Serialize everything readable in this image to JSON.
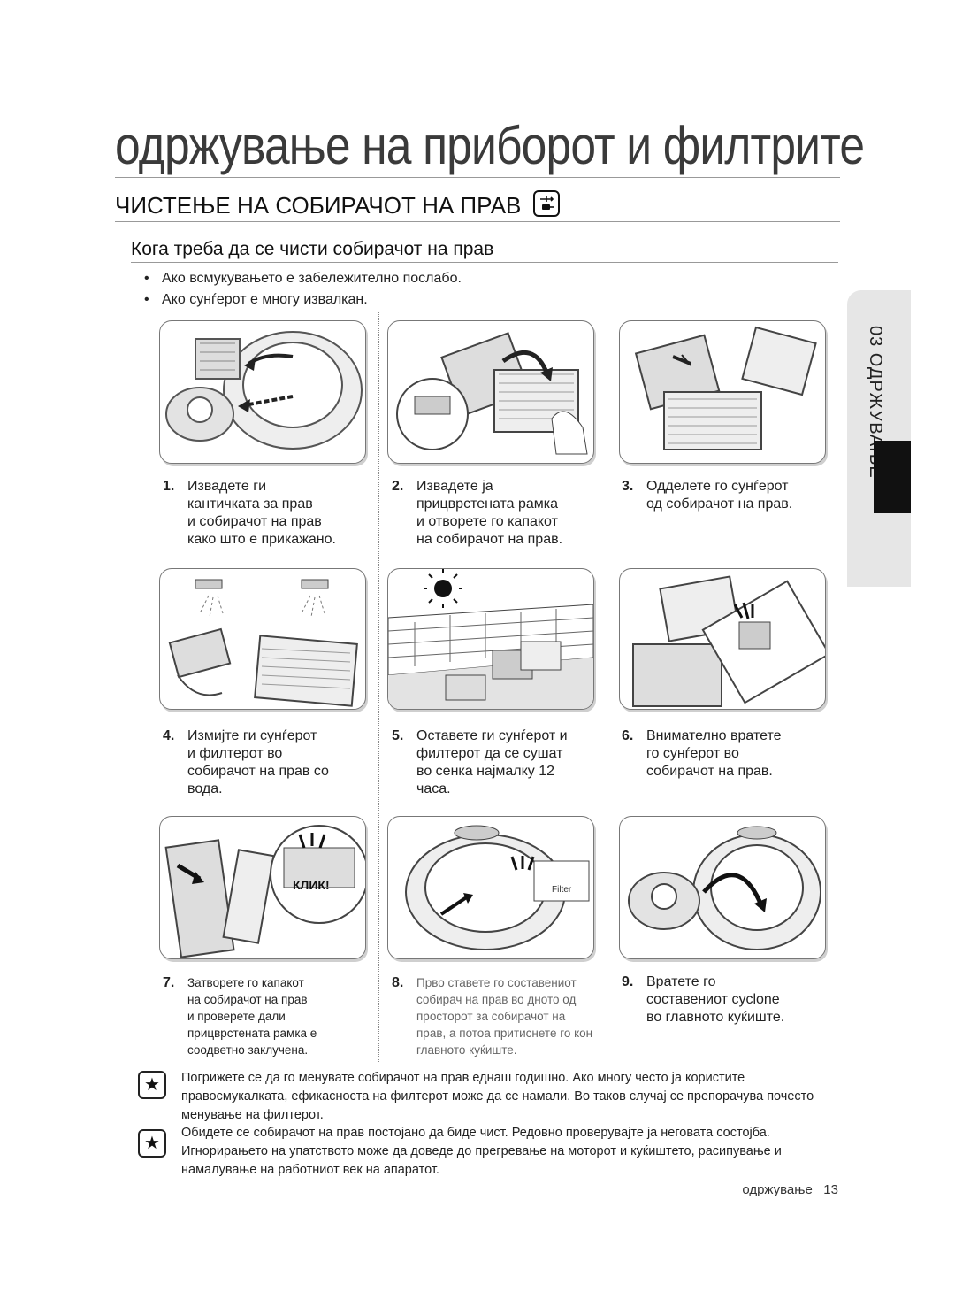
{
  "page": {
    "title": "одржување на приборот и филтрите",
    "section_title": "ЧИСТЕЊЕ НА СОБИРАЧОТ НА ПРАВ",
    "subsection_title": "Кога треба да се чисти собирачот на прав",
    "bullets": [
      "Ако всмукувањето е забележително послабо.",
      "Ако сунѓерот е многу извалкан."
    ]
  },
  "sidebar": {
    "tab_label": "03 ОДРЖУВАЊЕ"
  },
  "steps": [
    {
      "num": "1.",
      "lines": [
        "Извадете ги",
        "кантичката за прав",
        "и собирачот на прав",
        "како што е прикажано."
      ]
    },
    {
      "num": "2.",
      "lines": [
        "Извадете ја",
        "прицврстената рамка",
        "и отворете го капакот",
        "на собирачот на прав."
      ]
    },
    {
      "num": "3.",
      "lines": [
        "Одделете го сунѓерот",
        "од собирачот на прав."
      ]
    },
    {
      "num": "4.",
      "lines": [
        "Измијте ги сунѓерот",
        "и филтерот во",
        "собирачот на прав со",
        "вода."
      ]
    },
    {
      "num": "5.",
      "lines": [
        "Оставете ги сунѓерот и",
        "филтерот да се сушат",
        "во сенка најмалку 12",
        "часа."
      ]
    },
    {
      "num": "6.",
      "lines": [
        "Внимателно вратете",
        "го сунѓерот во",
        "собирачот на прав."
      ]
    },
    {
      "num": "7.",
      "lines": [
        "Затворете го капакот",
        "на собирачот на прав",
        "и проверете дали",
        "прицврстената рамка е",
        "соодветно заклучена."
      ]
    },
    {
      "num": "8.",
      "lines": [
        "Прво ставете го составениот",
        "собирач на прав во дното од",
        "просторот за собирачот на",
        "прав, а потоа притиснете го кон",
        "главното куќиште."
      ]
    },
    {
      "num": "9.",
      "lines": [
        "Вратете го",
        "составениот cyclone",
        "во главното куќиште."
      ]
    }
  ],
  "illustration_labels": {
    "click": "КЛИК!",
    "filter": "Filter"
  },
  "notes": [
    {
      "icon": "★",
      "text": "Погрижете се да го менувате собирачот на прав еднаш годишно. Ако многу често ја користите правосмукалката, ефикасноста на филтерот може да се намали. Во таков случај се препорачува почесто менување на филтерот."
    },
    {
      "icon": "★",
      "text": "Обидете се собирачот на прав постојано да биде чист. Редовно проверувајте ја неговата состојба. Игнорирањето на упатството може да доведе до прегревање на моторот и куќиштето, расипување и намалување на работниот век на апаратот."
    }
  ],
  "footer": {
    "text": "одржување _13"
  }
}
